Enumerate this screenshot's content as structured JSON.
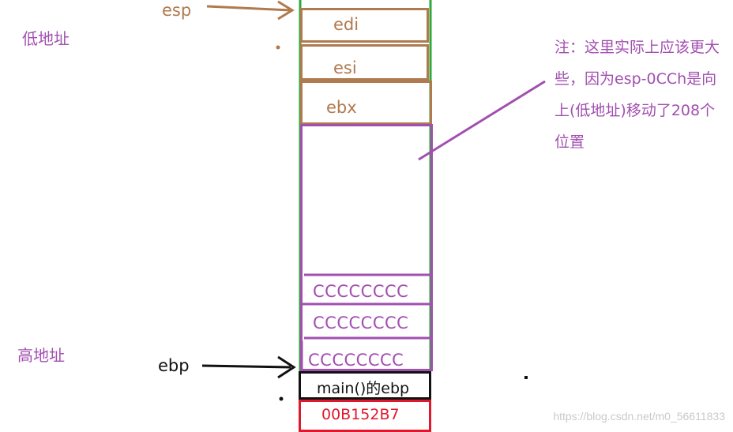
{
  "labels": {
    "low_address": "低地址",
    "high_address": "高地址",
    "esp": "esp",
    "ebp": "ebp"
  },
  "stack": {
    "saved_registers": [
      "edi",
      "esi",
      "ebx"
    ],
    "cc_fill": [
      "CCCCCCCC",
      "CCCCCCCC",
      "CCCCCCCC"
    ],
    "main_ebp": "main()的ebp",
    "return_address": "00B152B7"
  },
  "note": {
    "text": "注：这里实际上应该更大些，因为esp-0CCh是向上(低地址)移动了208个位置"
  },
  "watermark": "https://blog.csdn.net/m0_56611833",
  "colors": {
    "brown": "#b07a4e",
    "purple": "#a24fb0",
    "green": "#2eaa3a",
    "red": "#e0182d",
    "black": "#111111"
  }
}
